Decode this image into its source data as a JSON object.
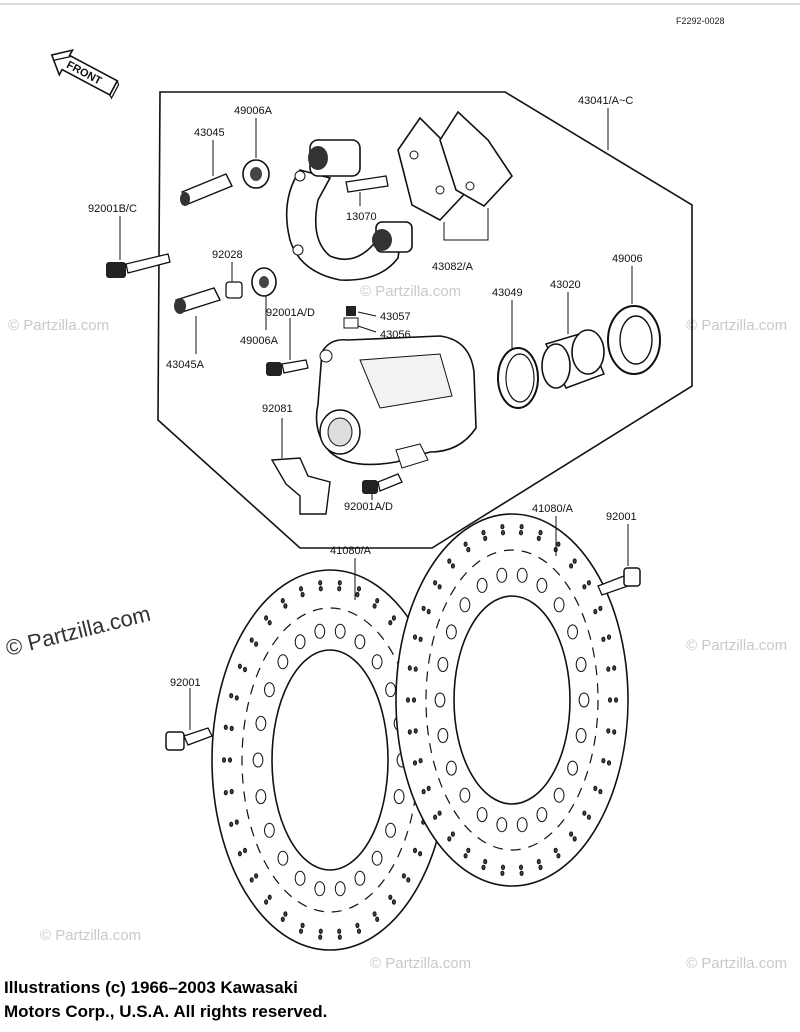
{
  "figure_code": "F2292-0028",
  "front_label": "FRONT",
  "part_labels": {
    "p43041": "43041/A~C",
    "p49006A_top": "49006A",
    "p43045": "43045",
    "p92001BC": "92001B/C",
    "p13070": "13070",
    "p43082A": "43082/A",
    "p92028": "92028",
    "p43045A": "43045A",
    "p49006A_bottom": "49006A",
    "p92001AD_top": "92001A/D",
    "p43057": "43057",
    "p43056": "43056",
    "p43049": "43049",
    "p43020": "43020",
    "p49006": "49006",
    "p92081": "92081",
    "p92001AD_bottom": "92001A/D",
    "p41080A_right": "41080/A",
    "p92001_right": "92001",
    "p41080A_left": "41080/A",
    "p92001_left": "92001"
  },
  "watermarks": {
    "small": "© Partzilla.com",
    "big": "© Partzilla.com"
  },
  "copyright": {
    "line1": "Illustrations (c) 1966–2003 Kawasaki",
    "line2": "Motors Corp., U.S.A.  All rights reserved."
  }
}
